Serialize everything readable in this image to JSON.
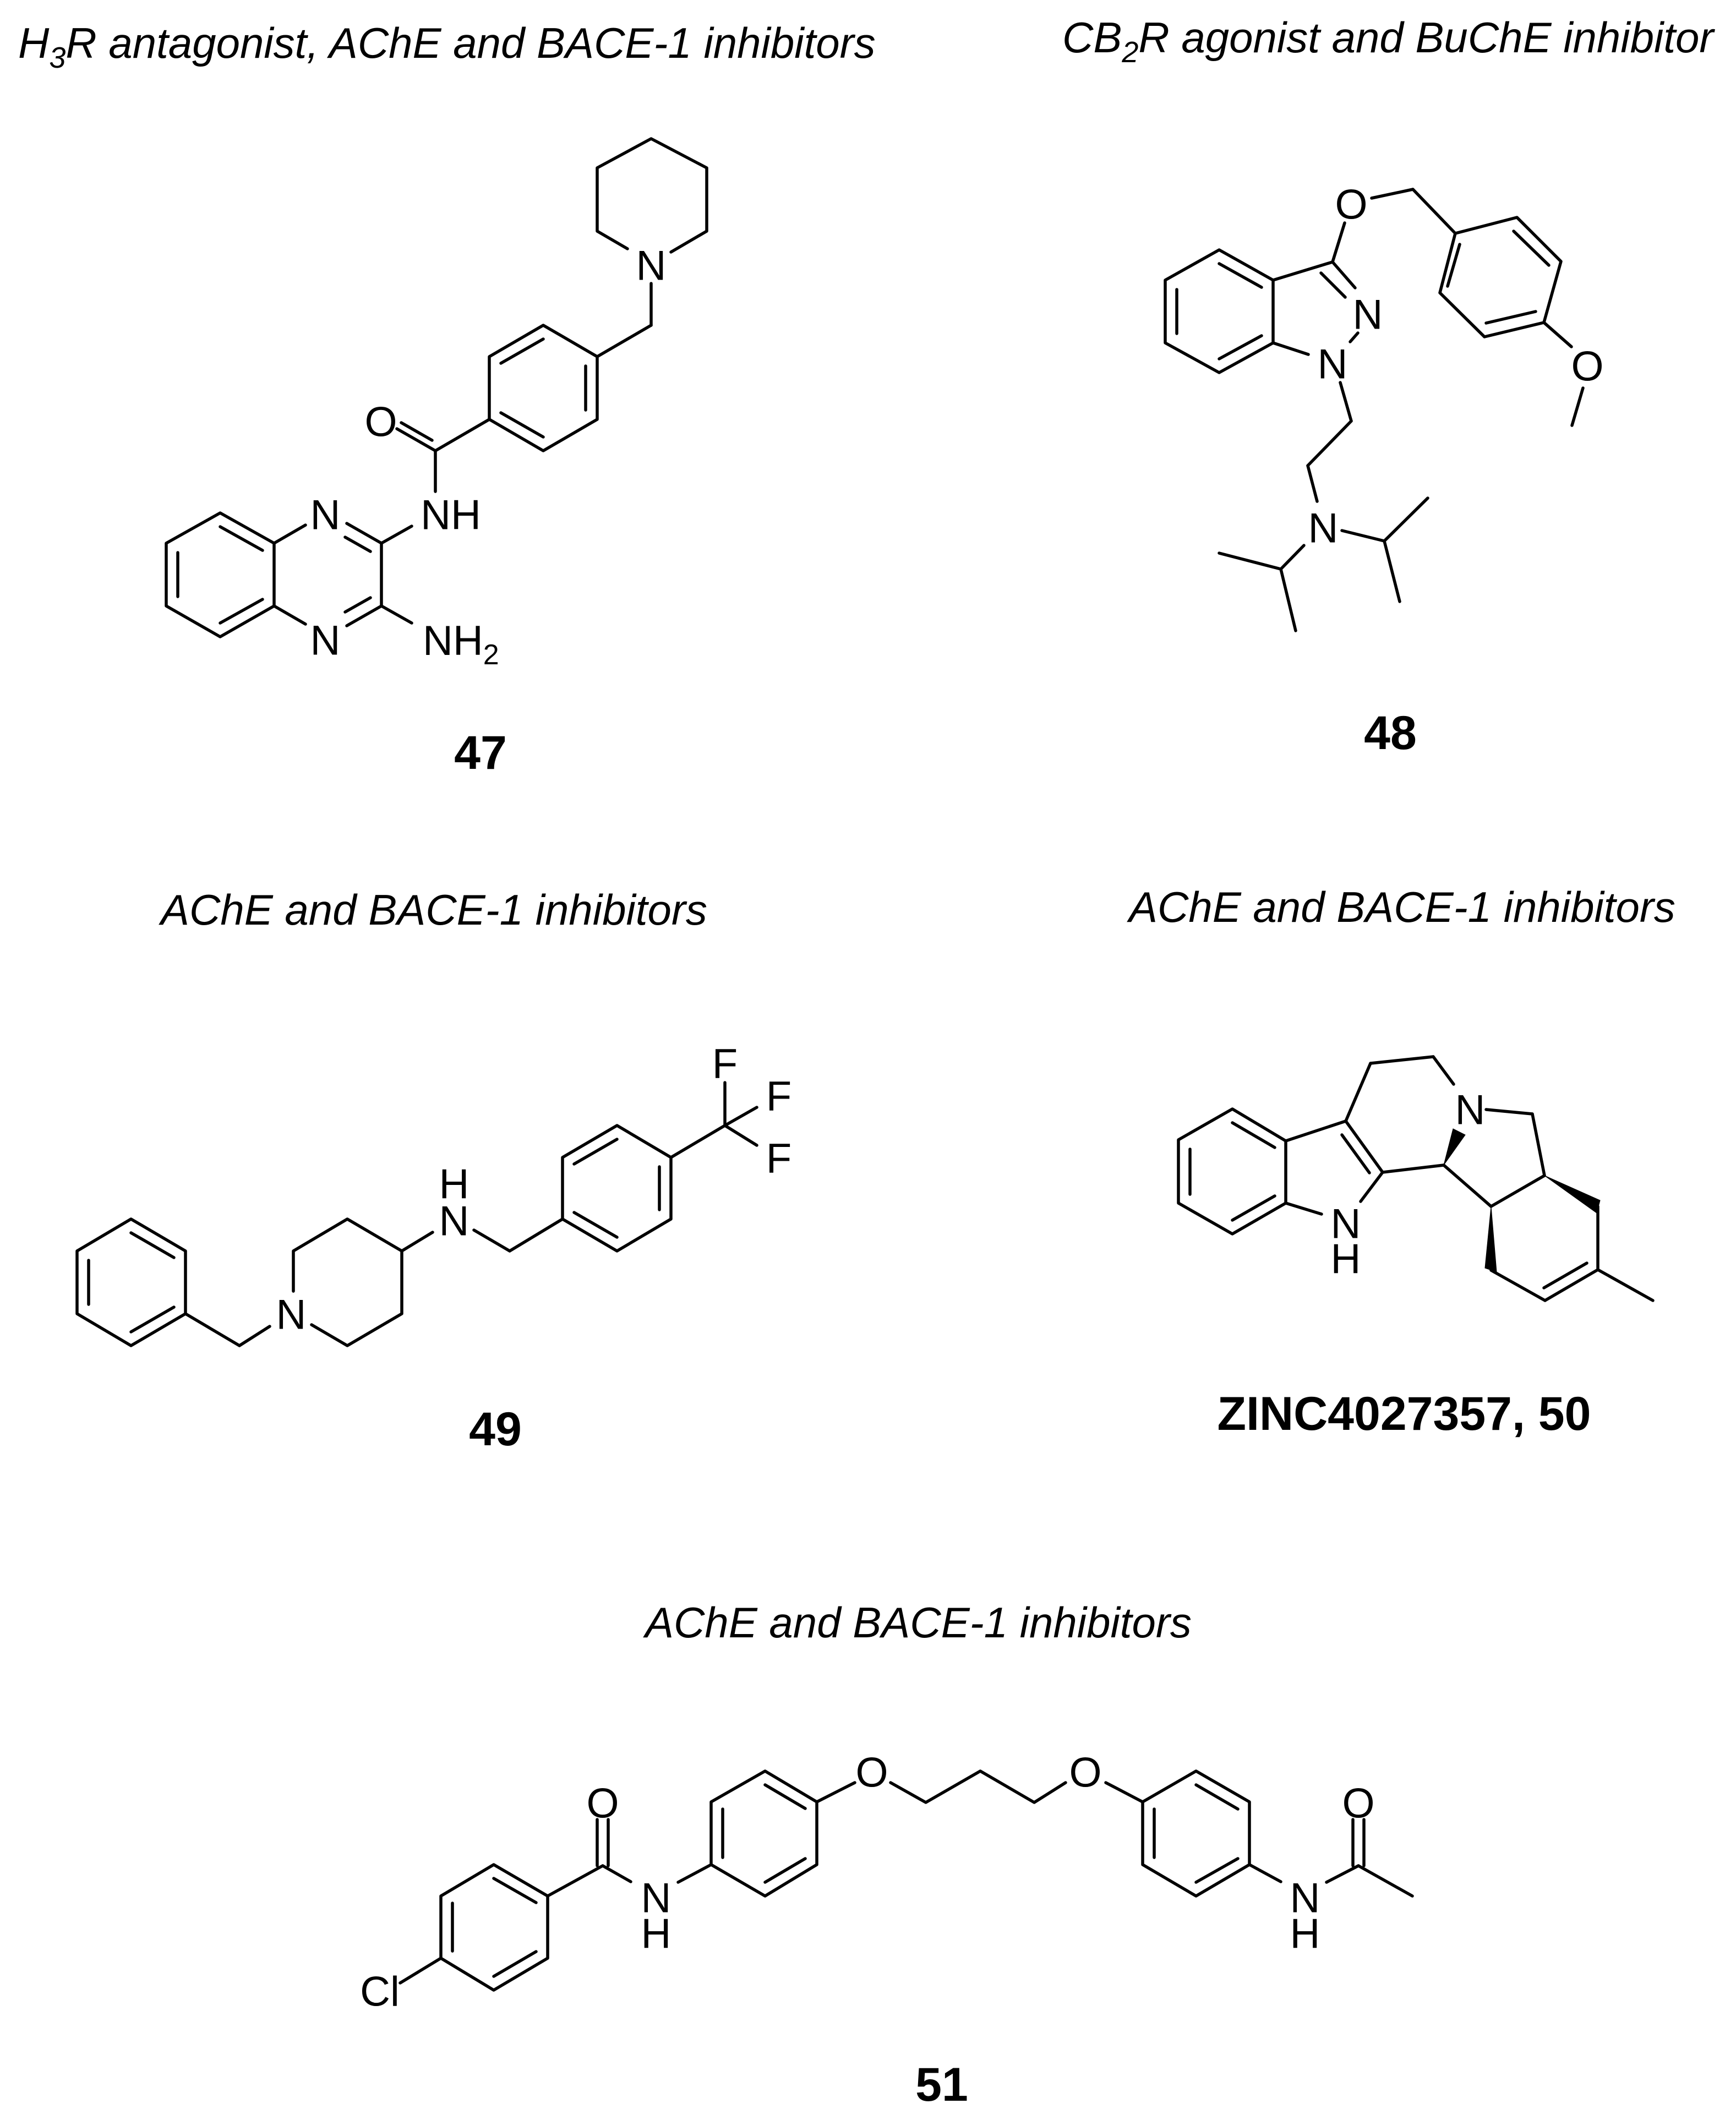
{
  "figure": {
    "background": "#ffffff",
    "ink_color": "#000000"
  },
  "compounds": [
    {
      "id": "47",
      "title": {
        "pre": "H",
        "sub": "3",
        "post": "R antagonist, AChE and BACE-1 inhibitors"
      },
      "label": "47",
      "atoms": {
        "n_pip": "N",
        "o_carbonyl": "O",
        "nh": "NH",
        "n1": "N",
        "n4": "N",
        "nh2_main": "NH",
        "nh2_sub": "2"
      }
    },
    {
      "id": "48",
      "title": {
        "pre": "CB",
        "sub": "2",
        "post": "R agonist and BuChE inhibitor"
      },
      "label": "48",
      "atoms": {
        "o_ether": "O",
        "n2": "N",
        "n1": "N",
        "o_methoxy": "O",
        "n_amine": "N"
      }
    },
    {
      "id": "49",
      "title": {
        "text": "AChE and BACE-1 inhibitors"
      },
      "label": "49",
      "atoms": {
        "n_pip": "N",
        "n_amine": "N",
        "h_amine": "H",
        "f1": "F",
        "f2": "F",
        "f3": "F"
      }
    },
    {
      "id": "50",
      "title": {
        "text": "AChE and BACE-1 inhibitors"
      },
      "label": "ZINC4027357, 50",
      "atoms": {
        "n_ring": "N",
        "n_indole": "N",
        "h_indole": "H"
      }
    },
    {
      "id": "51",
      "title": {
        "text": "AChE and BACE-1 inhibitors"
      },
      "label": "51",
      "atoms": {
        "cl": "Cl",
        "o_amide1": "O",
        "n_amide1": "N",
        "h_amide1": "H",
        "o_ether1": "O",
        "o_ether2": "O",
        "n_amide2": "N",
        "h_amide2": "H",
        "o_amide2": "O"
      }
    }
  ]
}
